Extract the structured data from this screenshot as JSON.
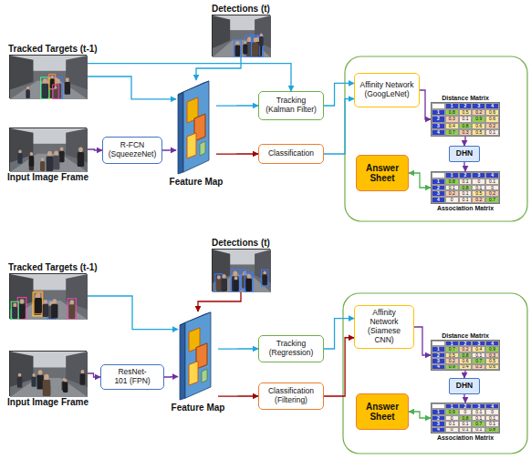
{
  "diagram": {
    "nodes": [
      {
        "text": [
          "Detections (t)"
        ]
      },
      {
        "text": [
          "Tracked Targets (t-1)"
        ]
      },
      {
        "text": [
          "Input Image Frame"
        ]
      },
      {
        "text": [
          "R-FCN (SqueezeNet)"
        ]
      },
      {
        "text": [
          "Feature Map"
        ]
      },
      {
        "text": [
          "Tracking (Kalman Filter)"
        ]
      },
      {
        "text": [
          "Classification"
        ]
      },
      {
        "text": [
          "Affinity Network (GoogLeNet)"
        ]
      },
      {
        "text": [
          "Distance Matrix"
        ]
      },
      {
        "text": [
          "DHN"
        ]
      },
      {
        "text": [
          "Answer Sheet"
        ]
      },
      {
        "text": [
          "Association Matrix"
        ]
      },
      {
        "text": [
          "Detections (t)"
        ]
      },
      {
        "text": [
          "Tracked Targets (t-1)"
        ]
      },
      {
        "text": [
          "Input Image Frame"
        ]
      },
      {
        "text": [
          "ResNet-101 (FPN)"
        ]
      },
      {
        "text": [
          "Feature Map"
        ]
      },
      {
        "text": [
          "Tracking (Regression)"
        ]
      },
      {
        "text": [
          "Classification (Filtering)"
        ]
      },
      {
        "text": [
          "Affinity Network (Siamese CNN)"
        ]
      },
      {
        "text": [
          "Distance Matrix"
        ]
      },
      {
        "text": [
          "DHN"
        ]
      },
      {
        "text": [
          "Answer Sheet"
        ]
      },
      {
        "text": [
          "Association Matrix"
        ]
      }
    ],
    "edges": [
      {
        "from": 1,
        "to": 4,
        "arrow": "to"
      },
      {
        "from": 1,
        "to": 5,
        "arrow": "to"
      },
      {
        "from": 0,
        "to": 4,
        "arrow": "to"
      },
      {
        "from": 2,
        "to": 3,
        "arrow": "to"
      },
      {
        "from": 3,
        "to": 4,
        "arrow": "to"
      },
      {
        "from": 4,
        "to": 5,
        "arrow": "to"
      },
      {
        "from": 4,
        "to": 6,
        "arrow": "to"
      },
      {
        "from": 5,
        "to": 7,
        "arrow": "to"
      },
      {
        "from": 6,
        "to": 7,
        "arrow": "to"
      },
      {
        "from": 7,
        "to": 8,
        "arrow": "to"
      },
      {
        "from": 8,
        "to": 9,
        "arrow": "to"
      },
      {
        "from": 9,
        "to": 11,
        "arrow": "to"
      },
      {
        "from": 10,
        "to": 11,
        "arrow": "both"
      },
      {
        "from": 13,
        "to": 16,
        "arrow": "to"
      },
      {
        "from": 12,
        "to": 16,
        "arrow": "to"
      },
      {
        "from": 14,
        "to": 15,
        "arrow": "to"
      },
      {
        "from": 15,
        "to": 16,
        "arrow": "to"
      },
      {
        "from": 16,
        "to": 17,
        "arrow": "to"
      },
      {
        "from": 16,
        "to": 18,
        "arrow": "to"
      },
      {
        "from": 17,
        "to": 19,
        "arrow": "to"
      },
      {
        "from": 18,
        "to": 19,
        "arrow": "to"
      },
      {
        "from": 19,
        "to": 20,
        "arrow": "to"
      },
      {
        "from": 20,
        "to": 21,
        "arrow": "to"
      },
      {
        "from": 21,
        "to": 23,
        "arrow": "to"
      },
      {
        "from": 22,
        "to": 23,
        "arrow": "both"
      }
    ],
    "labels": [
      "1",
      "2",
      "3",
      "4",
      "1",
      "0.8",
      "0.5",
      "0.2",
      "0.6",
      "2",
      "0.3",
      "0.1",
      "0.9",
      "0.6",
      "3",
      "0.4",
      "0.8",
      "0.6",
      "0.2",
      "4",
      "0.7",
      "0.3",
      "0.5",
      "0.1",
      "1",
      "2",
      "3",
      "4",
      "1",
      "0.8",
      "0.1",
      "0",
      "0.1",
      "2",
      "0.1",
      "0.8",
      "0.1",
      "0",
      "3",
      "0.2",
      "0.1",
      "0.5",
      "0.2",
      "4",
      "0",
      "0.1",
      "0.2",
      "0.7",
      "1",
      "2",
      "3",
      "4",
      "1",
      "0.7",
      "0.2",
      "0.4",
      "0.9",
      "2",
      "0.5",
      "0.8",
      "0.1",
      "0.3",
      "3",
      "0.2",
      "0.6",
      "0.7",
      "0.5",
      "4",
      "0.9",
      "0.4",
      "0.3",
      "0.6",
      "1",
      "2",
      "3",
      "4",
      "1",
      "0.9",
      "0",
      "0.1",
      "0",
      "2",
      "0",
      "0.8",
      "0.1",
      "0.1",
      "3",
      "0.1",
      "0.1",
      "0.7",
      "0.1",
      "4",
      "0",
      "0.1",
      "0.1",
      "0.8"
    ]
  }
}
